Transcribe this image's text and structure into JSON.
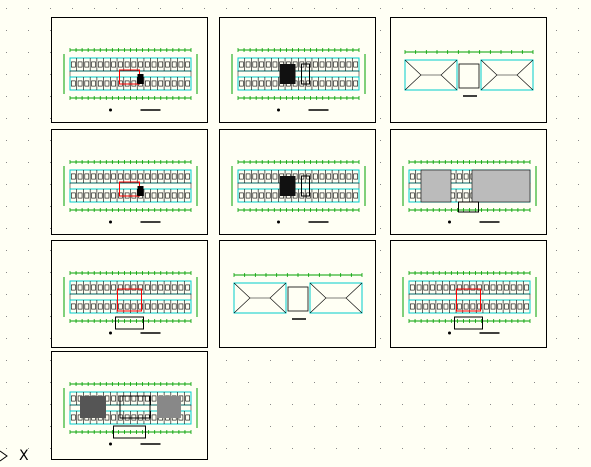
{
  "canvas": {
    "background": "#fffff4",
    "line_color": "#000000",
    "dim_color": "#00a000",
    "wall_color": "#00cccc",
    "accent_red": "#ff0000",
    "accent_magenta": "#ff00ff"
  },
  "drawing": {
    "sheets": [
      {
        "id": "sheet-1",
        "kind": "floor-plan-a",
        "label": ""
      },
      {
        "id": "sheet-2",
        "kind": "floor-plan-b",
        "label": ""
      },
      {
        "id": "sheet-3",
        "kind": "roof-plan",
        "label": ""
      },
      {
        "id": "sheet-4",
        "kind": "floor-plan-a",
        "label": ""
      },
      {
        "id": "sheet-5",
        "kind": "floor-plan-b",
        "label": ""
      },
      {
        "id": "sheet-6",
        "kind": "floor-plan-hatched",
        "label": ""
      },
      {
        "id": "sheet-7",
        "kind": "floor-plan-stairs",
        "label": ""
      },
      {
        "id": "sheet-8",
        "kind": "roof-plan",
        "label": ""
      },
      {
        "id": "sheet-9",
        "kind": "floor-plan-stairs",
        "label": ""
      },
      {
        "id": "sheet-10",
        "kind": "floor-plan-ground",
        "label": ""
      }
    ]
  },
  "ucs_icon": {
    "icon": "ucs-axis-icon",
    "x_label": "X"
  }
}
